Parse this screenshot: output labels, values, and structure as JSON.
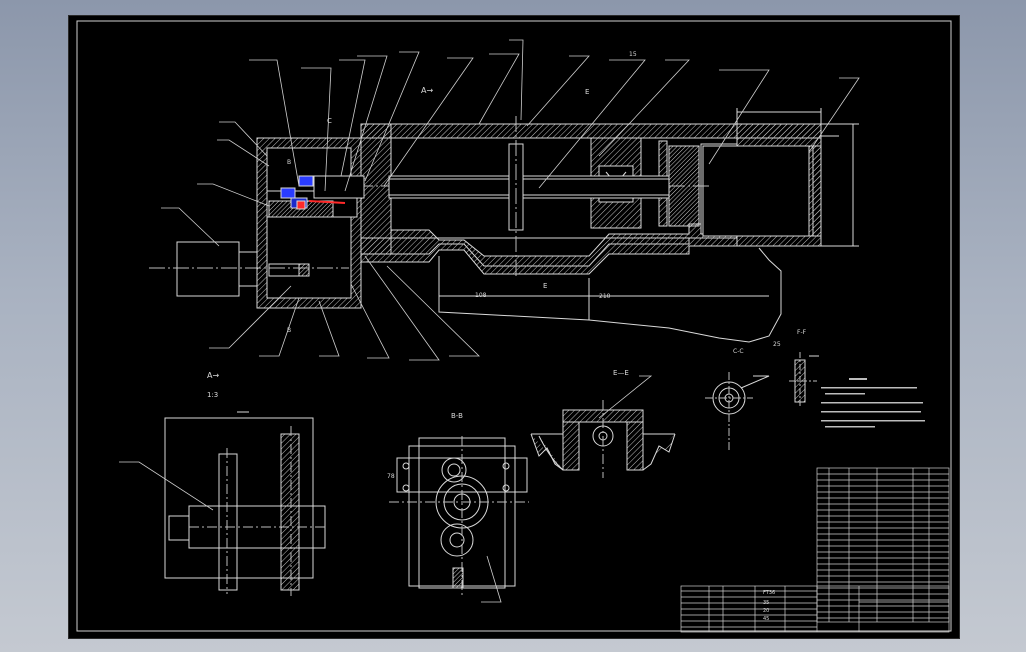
{
  "canvas": {
    "background": "#000000",
    "line_color": "#d9d9d9",
    "hatch_color": "#bfbfbf",
    "accent_blue": "#2a3cff",
    "accent_red": "#ff2a2a"
  },
  "views": {
    "detail_a_title": "A→",
    "detail_a_scale": "1:3",
    "main_label_a": "A→",
    "main_label_c": "C",
    "main_label_e": "E",
    "main_label_b": "B",
    "section_b_title": "B-B",
    "section_e_title": "E—E",
    "section_c_title": "C-C",
    "section_f_title": "F-F",
    "dim_15": "15",
    "dim_108": "108",
    "dim_210": "210",
    "dim_78": "78",
    "dim_25": "25"
  },
  "title_block": {
    "code_row": "FT36",
    "qty_1": "35",
    "qty_2": "20",
    "qty_3": "45"
  }
}
